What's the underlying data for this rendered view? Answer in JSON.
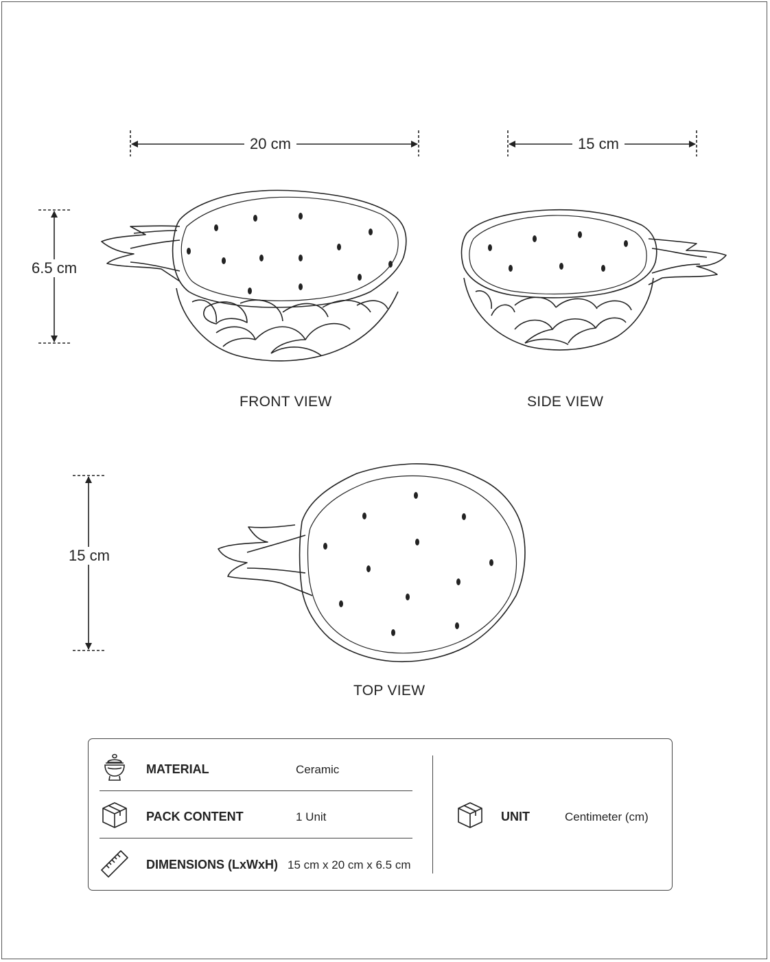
{
  "views": {
    "front_label": "FRONT VIEW",
    "side_label": "SIDE VIEW",
    "top_label": "TOP VIEW"
  },
  "dimensions_annotations": {
    "front_width": "20 cm",
    "side_width": "15 cm",
    "front_height": "6.5 cm",
    "top_depth": "15 cm"
  },
  "specs": {
    "material": {
      "name": "MATERIAL",
      "value": "Ceramic",
      "icon": "pot-icon"
    },
    "pack_content": {
      "name": "PACK CONTENT",
      "value": "1 Unit",
      "icon": "box-icon"
    },
    "dimensions": {
      "name": "DIMENSIONS (LxWxH)",
      "value": "15 cm x 20 cm x 6.5 cm",
      "icon": "ruler-icon"
    },
    "unit": {
      "name": "UNIT",
      "value": "Centimeter (cm)",
      "icon": "box-icon"
    }
  },
  "colors": {
    "line": "#222222",
    "border": "#444444"
  }
}
